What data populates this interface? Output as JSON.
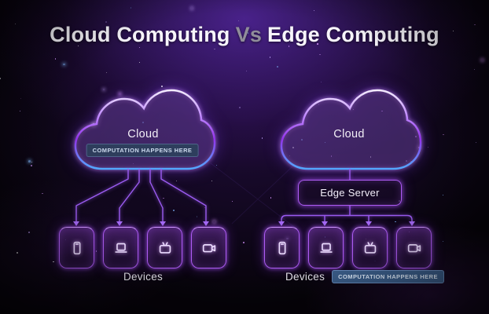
{
  "title": {
    "part1": "Cloud Computing",
    "vs": "Vs",
    "part2": "Edge Computing"
  },
  "left": {
    "name": "Cloud Computing",
    "cloud_label": "Cloud",
    "computation_badge": "COMPUTATION HAPPENS HERE",
    "devices_label": "Devices",
    "device_icons": [
      "smartphone",
      "laptop",
      "tv",
      "video-camera"
    ]
  },
  "right": {
    "name": "Edge Computing",
    "cloud_label": "Cloud",
    "edge_server_label": "Edge Server",
    "devices_label": "Devices",
    "computation_badge": "COMPUTATION HAPPENS HERE",
    "device_icons": [
      "smartphone",
      "laptop",
      "tv",
      "video-camera"
    ]
  },
  "colors": {
    "background_glow": "#6d28d9",
    "neon_purple": "#a855f7",
    "neon_blue": "#52a9ff",
    "wire_purple": "#9b5cf0",
    "badge_bg_dark": "#2d405c",
    "badge_bg_bright": "#3c5f8c",
    "title_vs": "#908d9a"
  }
}
